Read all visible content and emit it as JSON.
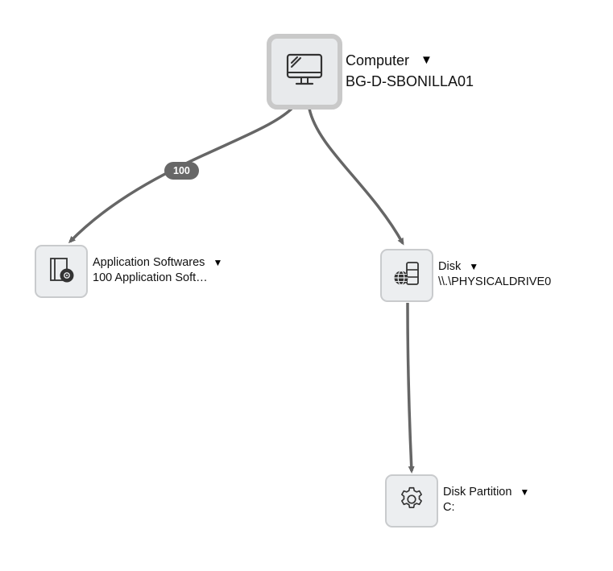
{
  "nodes": {
    "computer": {
      "type_label": "Computer",
      "name": "BG-D-SBONILLA01",
      "icon": "monitor-icon",
      "caret": "▼"
    },
    "apps": {
      "type_label": "Application Softwares",
      "name": "100 Application Soft…",
      "icon": "software-box-icon",
      "caret": "▼"
    },
    "disk": {
      "type_label": "Disk",
      "name": "\\\\.\\PHYSICALDRIVE0",
      "icon": "disk-server-icon",
      "caret": "▼"
    },
    "partition": {
      "type_label": "Disk Partition",
      "name": "C:",
      "icon": "gear-icon",
      "caret": "▼"
    }
  },
  "edges": {
    "computer_to_apps": {
      "badge": "100"
    }
  },
  "colors": {
    "edge": "#666666",
    "node_fill": "#eceef0",
    "node_border": "#c9cbcd",
    "badge_fill": "#676767"
  }
}
